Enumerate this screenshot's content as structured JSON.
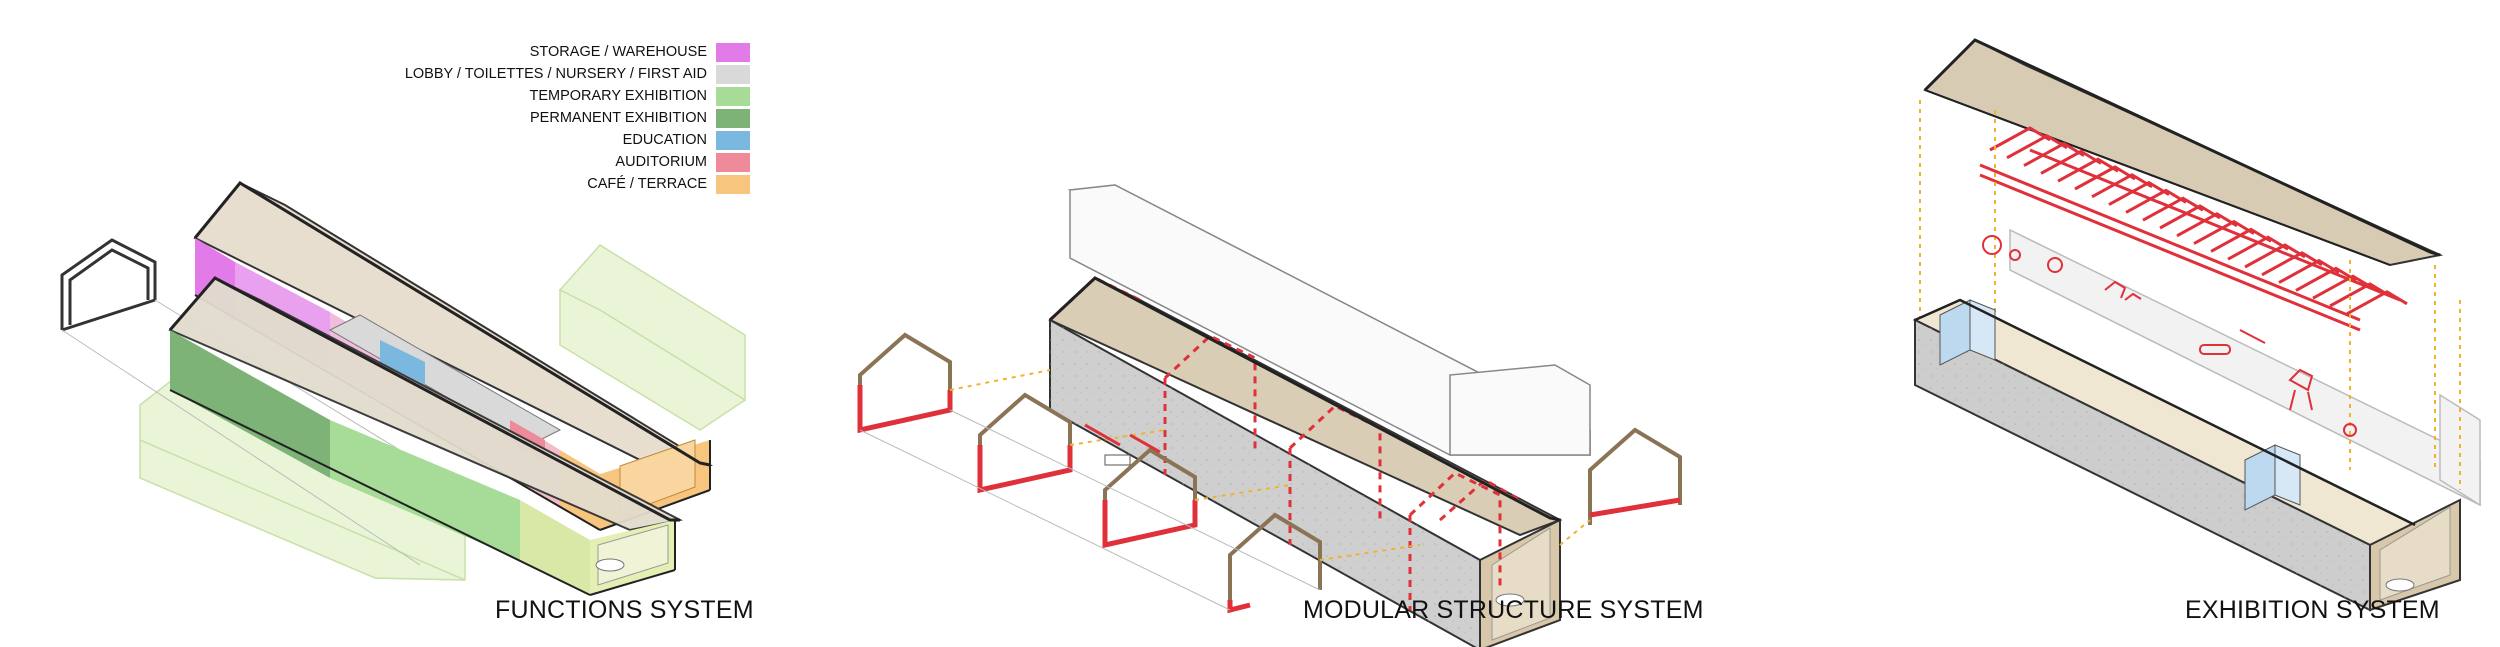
{
  "legend": {
    "items": [
      {
        "label": "STORAGE / WAREHOUSE",
        "color": "#e27be8"
      },
      {
        "label": "LOBBY / TOILETTES / NURSERY / FIRST AID",
        "color": "#d9d9d9"
      },
      {
        "label": "TEMPORARY EXHIBITION",
        "color": "#a6dc97"
      },
      {
        "label": "PERMANENT EXHIBITION",
        "color": "#7eb377"
      },
      {
        "label": "EDUCATION",
        "color": "#7ab8e0"
      },
      {
        "label": "AUDITORIUM",
        "color": "#ee8a9a"
      },
      {
        "label": "CAFÉ / TERRACE",
        "color": "#f7c57d"
      }
    ]
  },
  "panels": {
    "functions": {
      "caption": "FUNCTIONS SYSTEM"
    },
    "modular": {
      "caption": "MODULAR STRUCTURE SYSTEM"
    },
    "exhibition": {
      "caption": "EXHIBITION SYSTEM"
    }
  },
  "colors": {
    "outline": "#333333",
    "wood": "#c9b79a",
    "concrete": "#c8c8c8",
    "structure_red": "#e0303a",
    "guide_yellow": "#f0b32e",
    "ghost_green": "#e4f2cf"
  }
}
